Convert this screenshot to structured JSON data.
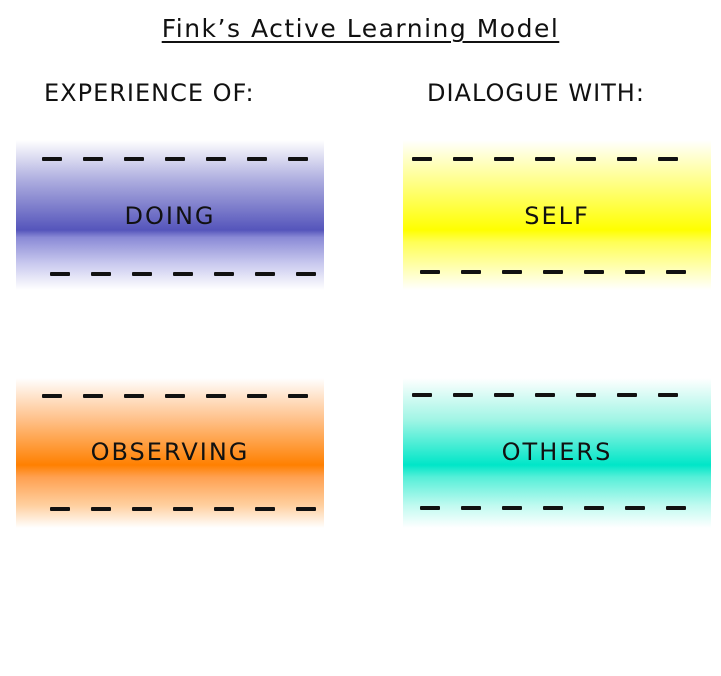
{
  "title": "Fink’s Active Learning Model",
  "columns": [
    {
      "heading": "EXPERIENCE OF:"
    },
    {
      "heading": "DIALOGUE WITH:"
    }
  ],
  "boxes": {
    "doing": {
      "label": "DOING",
      "color": "#5555bb"
    },
    "self": {
      "label": "SELF",
      "color": "#ffff00"
    },
    "observing": {
      "label": "OBSERVING",
      "color": "#ff8000"
    },
    "others": {
      "label": "OTHERS",
      "color": "#00e6c8"
    }
  },
  "dash_count_per_row": 7
}
